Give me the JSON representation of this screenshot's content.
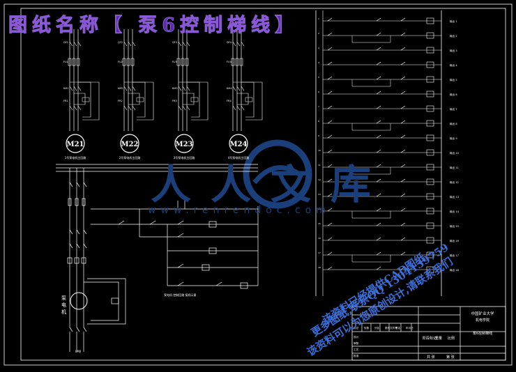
{
  "title_banner": "图纸名称【 泵6控制梯线】",
  "motors": [
    "M21",
    "M22",
    "M23",
    "M24"
  ],
  "motor_captions": [
    "1号泵电机主回路",
    "2号泵电机主回路",
    "3号泵电机主回路",
    "4号泵电机主回路"
  ],
  "lower_motor_label": "泵\n电\n机",
  "watermark": {
    "brand": "人人文库",
    "url": "www.renrendoc.com"
  },
  "diagonal_notes": [
    "更多图纸,联系QQ 1304139759",
    "该资料已经提供CAD图纸",
    "该资料可以为您原创设计,请联系我们"
  ],
  "title_block": {
    "school": "中国矿业大学",
    "unit": "机电学院",
    "drawing_name": "泵6控制梯线",
    "row_labels": [
      "标记",
      "处数",
      "分区",
      "更改文件号",
      "签名",
      "年月日"
    ],
    "stage_labels": [
      "阶段标记",
      "重量",
      "比例"
    ],
    "footer": [
      "共 张",
      "第 张"
    ],
    "side_labels": [
      "设计",
      "审核",
      "工艺",
      "批准"
    ]
  },
  "colors": {
    "wire": "#ffffff",
    "box": "#f2f2f2",
    "watermark": "#1b3f7a",
    "banner": "#5a2ca6"
  }
}
